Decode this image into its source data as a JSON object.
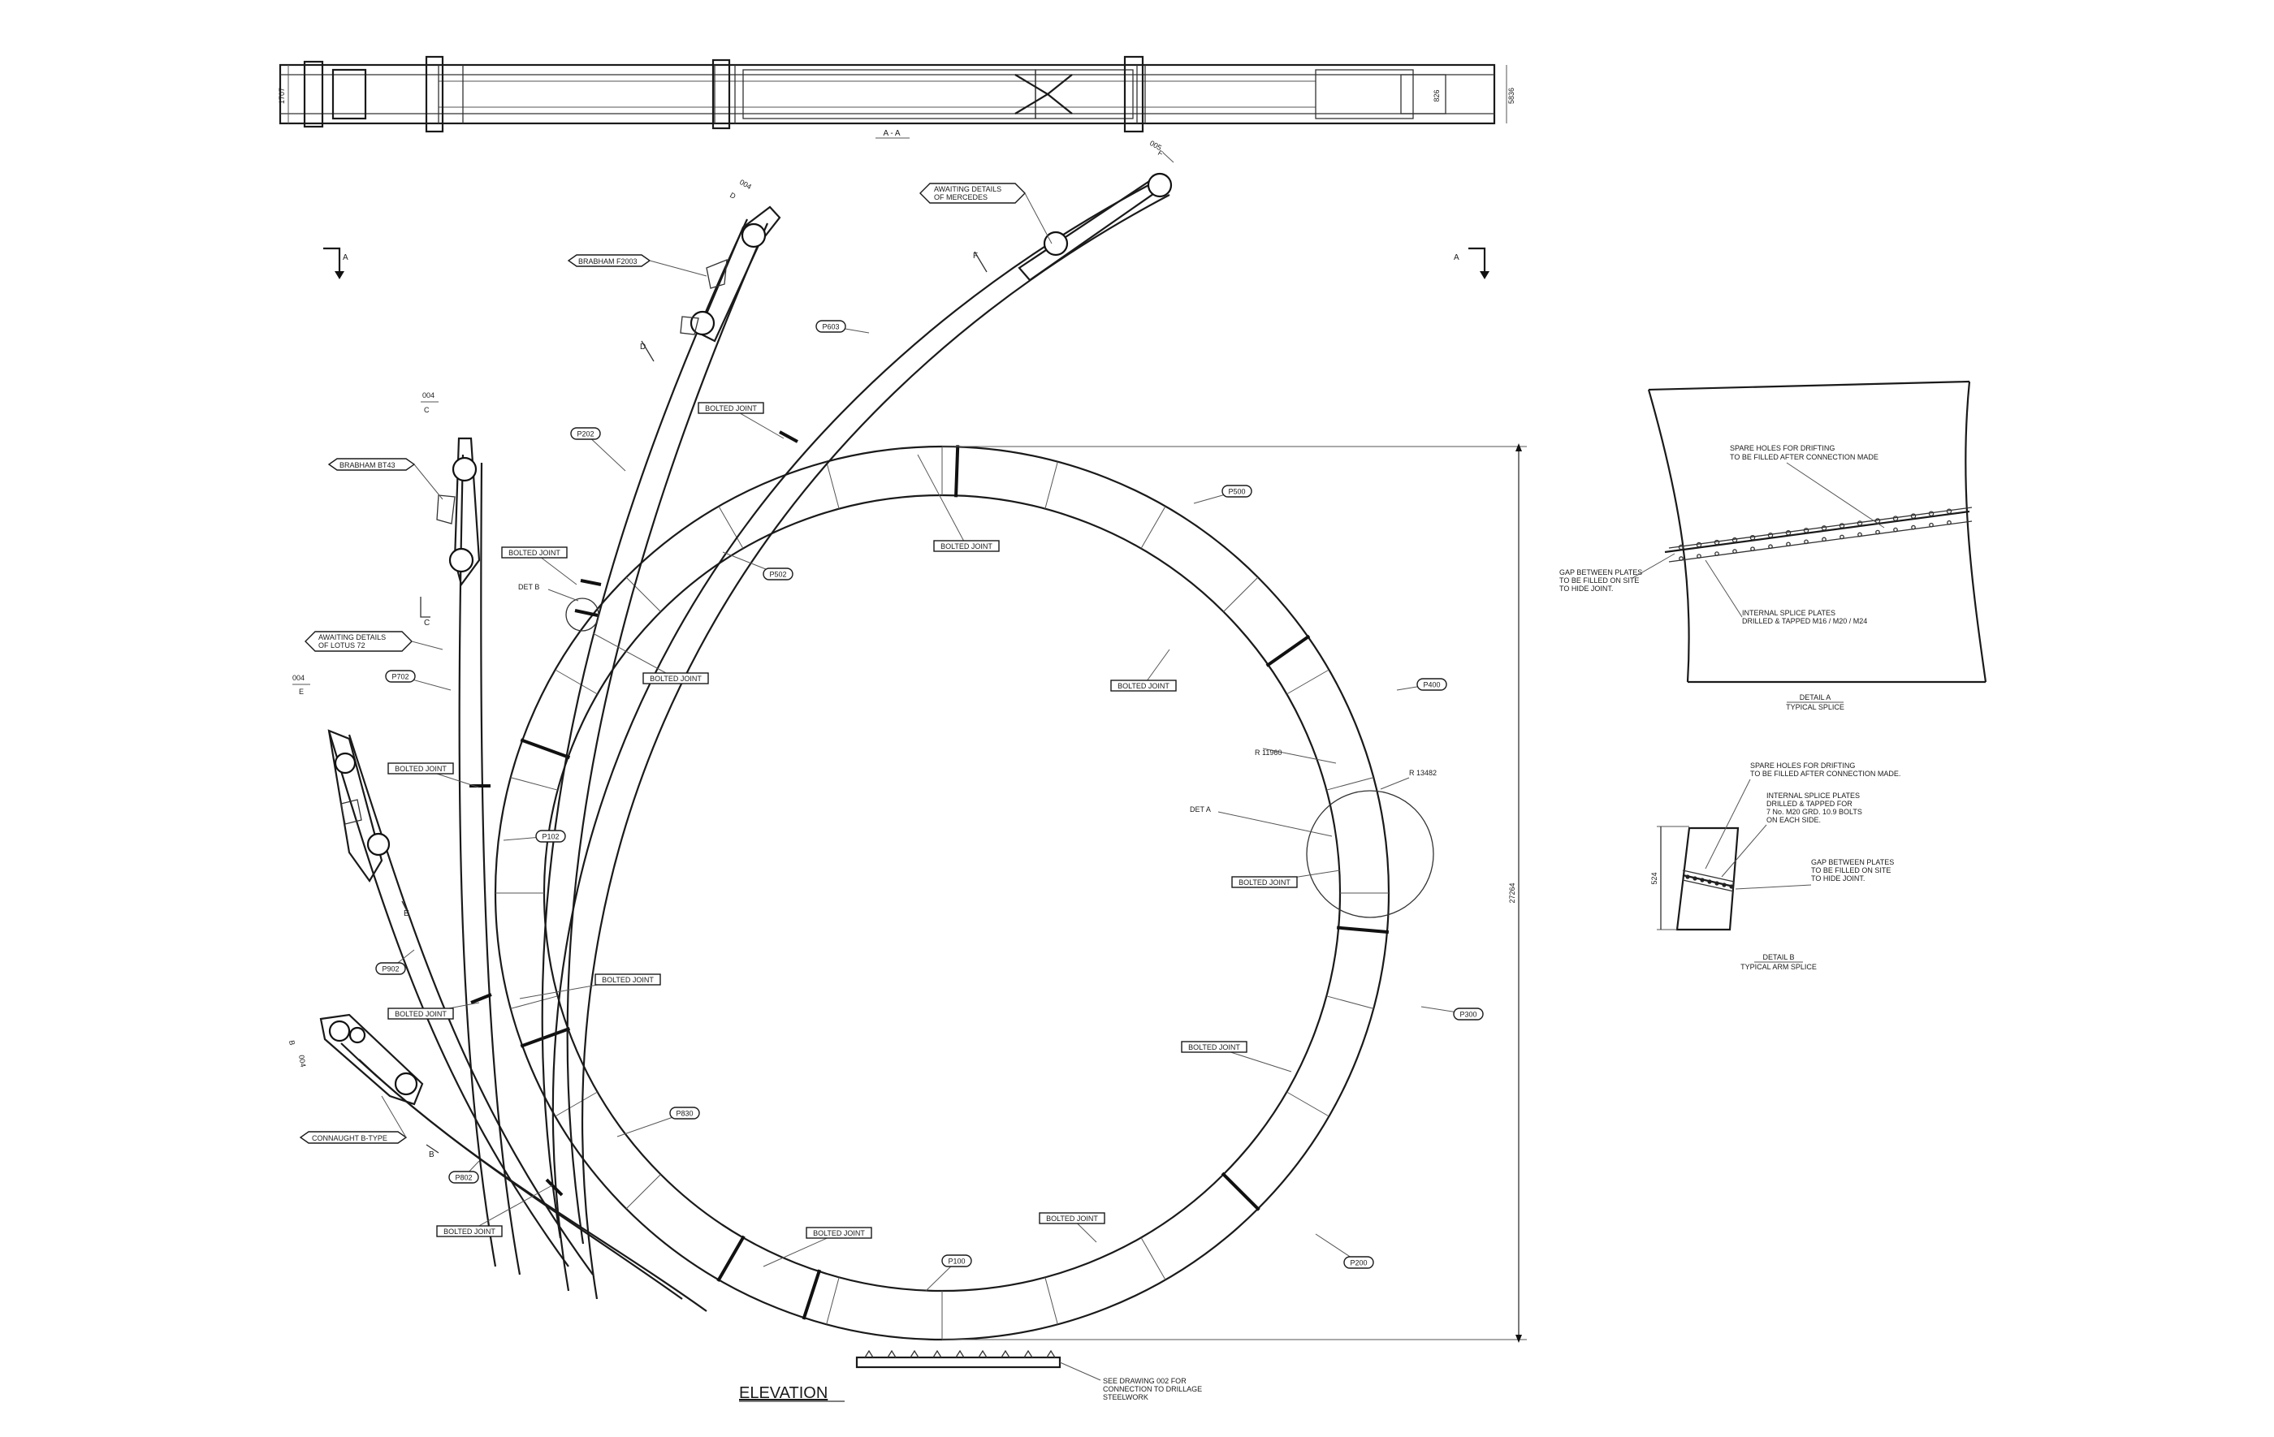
{
  "section": {
    "title": "A - A",
    "dims": [
      "1707",
      "826",
      "5836"
    ]
  },
  "section_markers": {
    "left": "A",
    "right": "A"
  },
  "detail_refs": [
    {
      "sheet": "005",
      "letter": "F"
    },
    {
      "sheet": "004",
      "letter": "D"
    },
    {
      "sheet": "004",
      "letter": "C"
    },
    {
      "sheet": "004",
      "letter": "E"
    },
    {
      "sheet": "004",
      "letter": "B"
    }
  ],
  "view_markers": [
    "F",
    "D",
    "C",
    "E",
    "B"
  ],
  "elevation": {
    "title": "ELEVATION",
    "radius_inner": "R 11960",
    "radius_outer": "R 13482",
    "height_dim": "27264",
    "det_a": "DET A",
    "det_b": "DET B",
    "drillage_note": [
      "SEE DRAWING 002 FOR",
      "CONNECTION TO DRILLAGE",
      "STEELWORK"
    ]
  },
  "car_labels": {
    "mercedes": [
      "AWAITING DETAILS",
      "OF MERCEDES"
    ],
    "brabham": "BRABHAM F2003",
    "brabham_bt43": "BRABHAM BT43",
    "lotus": [
      "AWAITING DETAILS",
      "OF LOTUS 72"
    ],
    "connaught": "CONNAUGHT B-TYPE"
  },
  "part_marks": {
    "p_top": "P500",
    "p_right_upper": "P400",
    "p_right_lower": "P300",
    "p_bottom_right": "P200",
    "p_bottom": "P100",
    "p_inner_lower": "P830",
    "p_arm_f": "P603",
    "p_arm_d": "P202",
    "p_inner_upper": "P502",
    "p_arm_c": "P702",
    "p_inner_left": "P102",
    "p_arm_e": "P902",
    "p_arm_b": "P802"
  },
  "bolted_joint": "BOLTED JOINT",
  "detail_a": {
    "title": "DETAIL A",
    "subtitle": "TYPICAL SPLICE",
    "note_spare": [
      "SPARE HOLES FOR DRIFTING",
      "TO BE FILLED AFTER CONNECTION MADE"
    ],
    "note_gap": [
      "GAP BETWEEN PLATES",
      "TO BE FILLED ON SITE",
      "TO HIDE JOINT."
    ],
    "note_internal": [
      "INTERNAL SPLICE PLATES",
      "DRILLED & TAPPED M16 / M20 / M24"
    ]
  },
  "detail_b": {
    "title": "DETAIL B",
    "subtitle": "TYPICAL ARM SPLICE",
    "dim": "524",
    "note_spare": [
      "SPARE HOLES FOR DRIFTING",
      "TO BE FILLED AFTER CONNECTION MADE."
    ],
    "note_internal": [
      "INTERNAL SPLICE PLATES",
      "DRILLED & TAPPED FOR",
      "7 No. M20 GRD. 10.9 BOLTS",
      "ON EACH SIDE."
    ],
    "note_gap": [
      "GAP BETWEEN PLATES",
      "TO BE FILLED ON SITE",
      "TO HIDE JOINT."
    ]
  }
}
